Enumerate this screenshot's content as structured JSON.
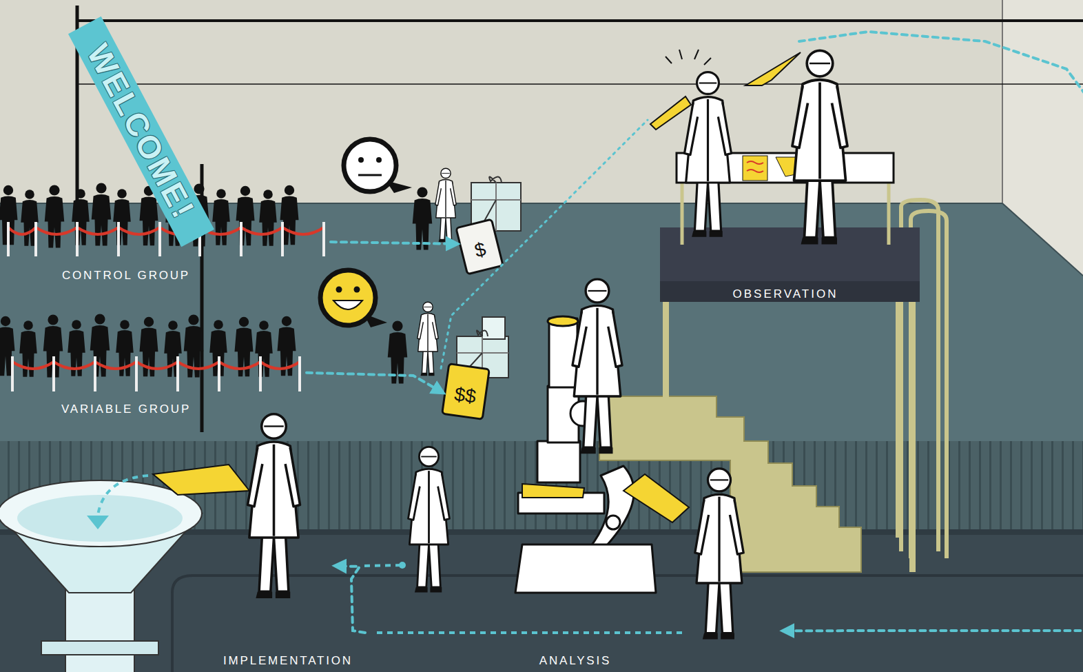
{
  "diagram": {
    "nodes": [
      {
        "text": [
          "WELCOME!"
        ]
      },
      {
        "text": [
          "CONTROL GROUP"
        ]
      },
      {
        "text": [
          "VARIABLE GROUP"
        ]
      },
      {
        "text": [
          "$"
        ]
      },
      {
        "text": [
          "$$"
        ]
      },
      {
        "text": [
          "OBSERVATION"
        ]
      },
      {
        "text": [
          "ANALYSIS"
        ]
      },
      {
        "text": [
          "IMPLEMENTATION"
        ]
      }
    ],
    "edges": [
      {
        "from": 1,
        "to": 3,
        "arrow": "to"
      },
      {
        "from": 2,
        "to": 4,
        "arrow": "to"
      },
      {
        "from": 4,
        "to": 5,
        "arrow": "none"
      },
      {
        "from": 5,
        "to": 6,
        "arrow": "to"
      },
      {
        "from": 6,
        "to": 7,
        "arrow": "to"
      }
    ]
  }
}
